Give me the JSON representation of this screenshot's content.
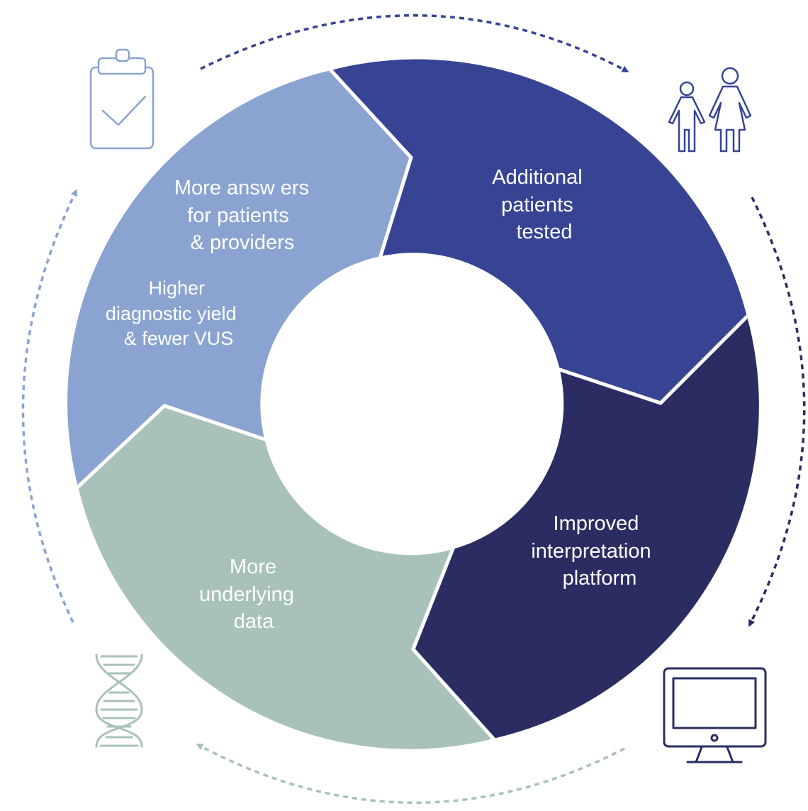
{
  "segments": [
    {
      "id": "additional-patients",
      "lines": [
        "Additional",
        "patients",
        "tested"
      ],
      "color": "#374494"
    },
    {
      "id": "improved-interpretation",
      "lines": [
        "Improved",
        "interpretation",
        "platform"
      ],
      "color": "#2a2c62"
    },
    {
      "id": "more-data",
      "lines": [
        "More",
        "underlying",
        "data"
      ],
      "color": "#a8c1bb"
    },
    {
      "id": "more-answers",
      "lines": [
        "More answ ers",
        "for patients",
        "& providers"
      ],
      "color": "#8aa3d0"
    },
    {
      "id": "higher-yield",
      "lines": [
        "Higher",
        "diagnostic yield",
        "& fewer VUS"
      ],
      "color": "#8aa3d0"
    }
  ],
  "icons": [
    {
      "name": "clipboard-check-icon",
      "color": "#8aa3d0"
    },
    {
      "name": "people-icon",
      "color": "#374494"
    },
    {
      "name": "computer-monitor-icon",
      "color": "#2a2c62"
    },
    {
      "name": "dna-icon",
      "color": "#a8c1bb"
    }
  ],
  "arrows": [
    {
      "name": "arrow-top",
      "color": "#374494"
    },
    {
      "name": "arrow-right",
      "color": "#2a2c62"
    },
    {
      "name": "arrow-bottom",
      "color": "#a8c1bb"
    },
    {
      "name": "arrow-left",
      "color": "#8aa3d0"
    }
  ]
}
